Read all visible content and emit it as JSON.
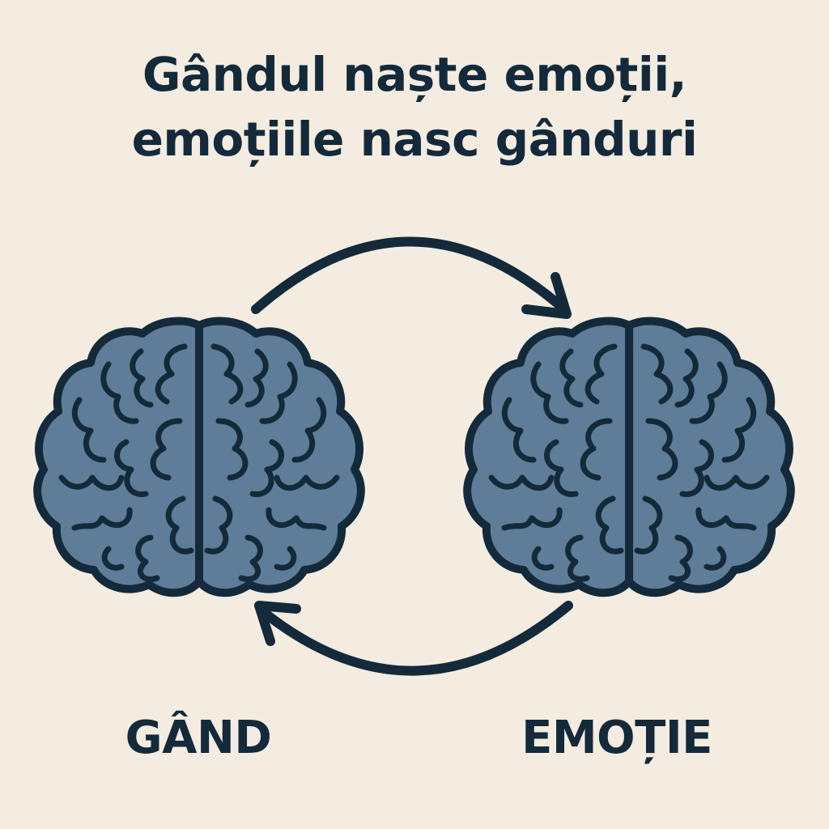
{
  "title": {
    "line1": "Gândul naște emoții,",
    "line2": "emoțiile nasc gânduri"
  },
  "labels": {
    "left": "GÂND",
    "right": "EMOȚIE"
  },
  "icons": {
    "left_brain": "brain-icon",
    "right_brain": "brain-icon",
    "top_arrow": "curved-arrow-right-icon",
    "bottom_arrow": "curved-arrow-left-icon"
  },
  "colors": {
    "background": "#f4ece1",
    "brain_fill": "#5f7d98",
    "outline": "#142a3b"
  }
}
